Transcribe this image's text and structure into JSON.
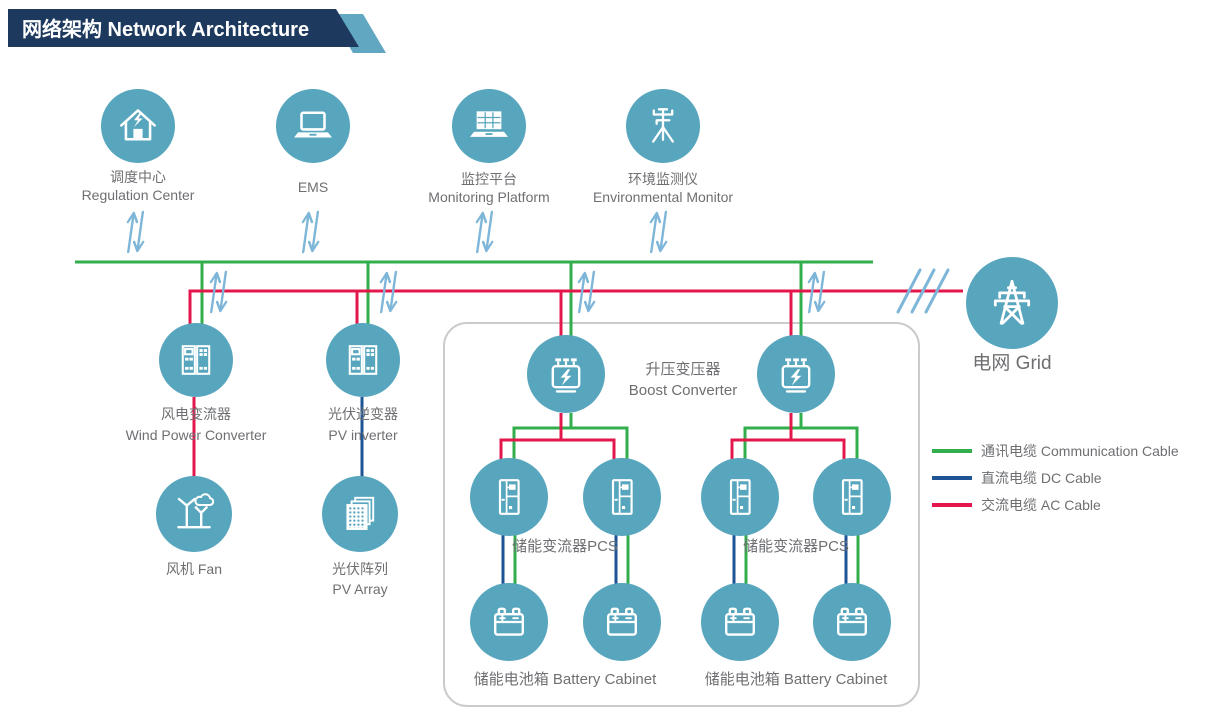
{
  "title": {
    "text": "网络架构 Network Architecture"
  },
  "nodes": {
    "regulation_center": {
      "label_zh": "调度中心",
      "label_en": "Regulation Center",
      "icon": "house-lightning-icon"
    },
    "ems": {
      "label": "EMS",
      "icon": "laptop-icon"
    },
    "monitoring_platform": {
      "label_zh": "监控平台",
      "label_en": "Monitoring Platform",
      "icon": "laptop-grid-icon"
    },
    "environmental_monitor": {
      "label_zh": "环境监测仪",
      "label_en": "Environmental Monitor",
      "icon": "weather-station-icon"
    },
    "wind_power_converter": {
      "label_zh": "风电变流器",
      "label_en": "Wind Power Converter",
      "icon": "converter-cabinet-icon"
    },
    "pv_inverter": {
      "label_zh": "光伏逆变器",
      "label_en": "PV inverter",
      "icon": "converter-cabinet-icon"
    },
    "fan": {
      "label": "风机 Fan",
      "icon": "wind-turbine-icon"
    },
    "pv_array": {
      "label_zh": "光伏阵列",
      "label_en": "PV Array",
      "icon": "solar-panel-icon"
    },
    "boost_converter": {
      "label_zh": "升压变压器",
      "label_en": "Boost Converter",
      "icon": "transformer-icon"
    },
    "pcs_left": {
      "label": "储能变流器PCS",
      "icon": "pcs-cabinet-icon"
    },
    "pcs_right": {
      "label": "储能变流器PCS",
      "icon": "pcs-cabinet-icon"
    },
    "battery_left": {
      "label": "储能电池箱 Battery Cabinet",
      "icon": "battery-icon"
    },
    "battery_right": {
      "label": "储能电池箱 Battery Cabinet",
      "icon": "battery-icon"
    },
    "grid": {
      "label": "电网 Grid",
      "icon": "transmission-tower-icon"
    }
  },
  "legend": {
    "communication": {
      "label": "通讯电缆 Communication Cable",
      "color": "#33ae4c"
    },
    "dc": {
      "label": "直流电缆 DC Cable",
      "color": "#1e5496"
    },
    "ac": {
      "label": "交流电缆 AC Cable",
      "color": "#e4174c"
    }
  },
  "colors": {
    "node_fill": "#57a6be",
    "communication_cable": "#33ae4c",
    "dc_cable": "#1e5496",
    "ac_cable": "#e4174c",
    "flow_arrow": "#7db6d8",
    "title_bg": "#1d3a5e",
    "title_accent": "#62a7c2",
    "label_text": "#6e6f72",
    "group_box_border": "#cbcbcb"
  }
}
